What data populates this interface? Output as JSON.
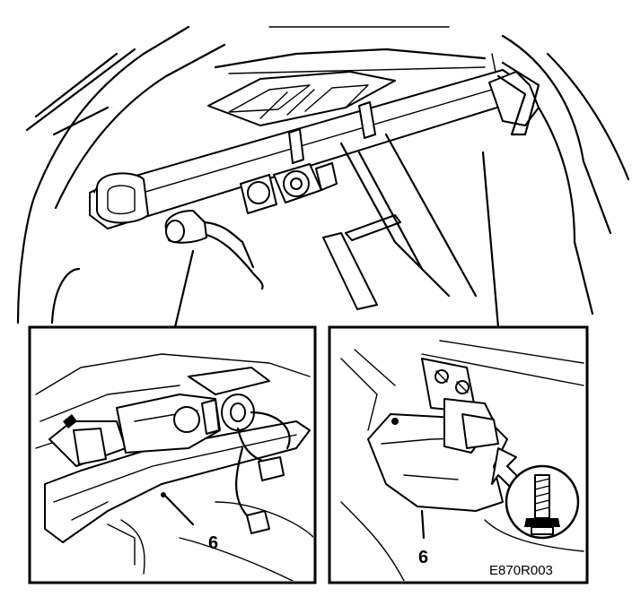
{
  "callouts": {
    "left_part_number": "6",
    "right_part_number": "6"
  },
  "figure_code": "E870R003"
}
